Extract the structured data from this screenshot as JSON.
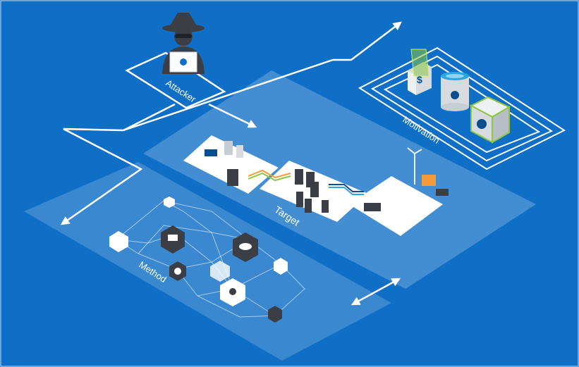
{
  "colors": {
    "background": "#0f6fc6",
    "panel": "#ffffff",
    "attacker_figure": "#3b3f45",
    "accent_orange": "#f29b38",
    "accent_green": "#8dc63f",
    "accent_blue_dark": "#0a4f8c"
  },
  "labels": {
    "attacker": "Attacker",
    "motivation": "Motivation",
    "target": "Target",
    "method": "Method"
  },
  "icons": {
    "attacker": "hacker-with-laptop-icon",
    "motivation_money": "dollar-server-icon",
    "motivation_data": "database-cloud-icon",
    "motivation_web": "globe-server-icon",
    "target_plant": "factory-plant-icon",
    "target_datacenter": "server-rack-icon",
    "target_energy": "wind-turbine-icon",
    "method_monitor": "monitor-icon",
    "method_cloud": "cloud-icon",
    "method_globe": "globe-icon",
    "method_people": "people-icon",
    "method_wireless": "wireless-icon",
    "method_device": "device-icon"
  }
}
